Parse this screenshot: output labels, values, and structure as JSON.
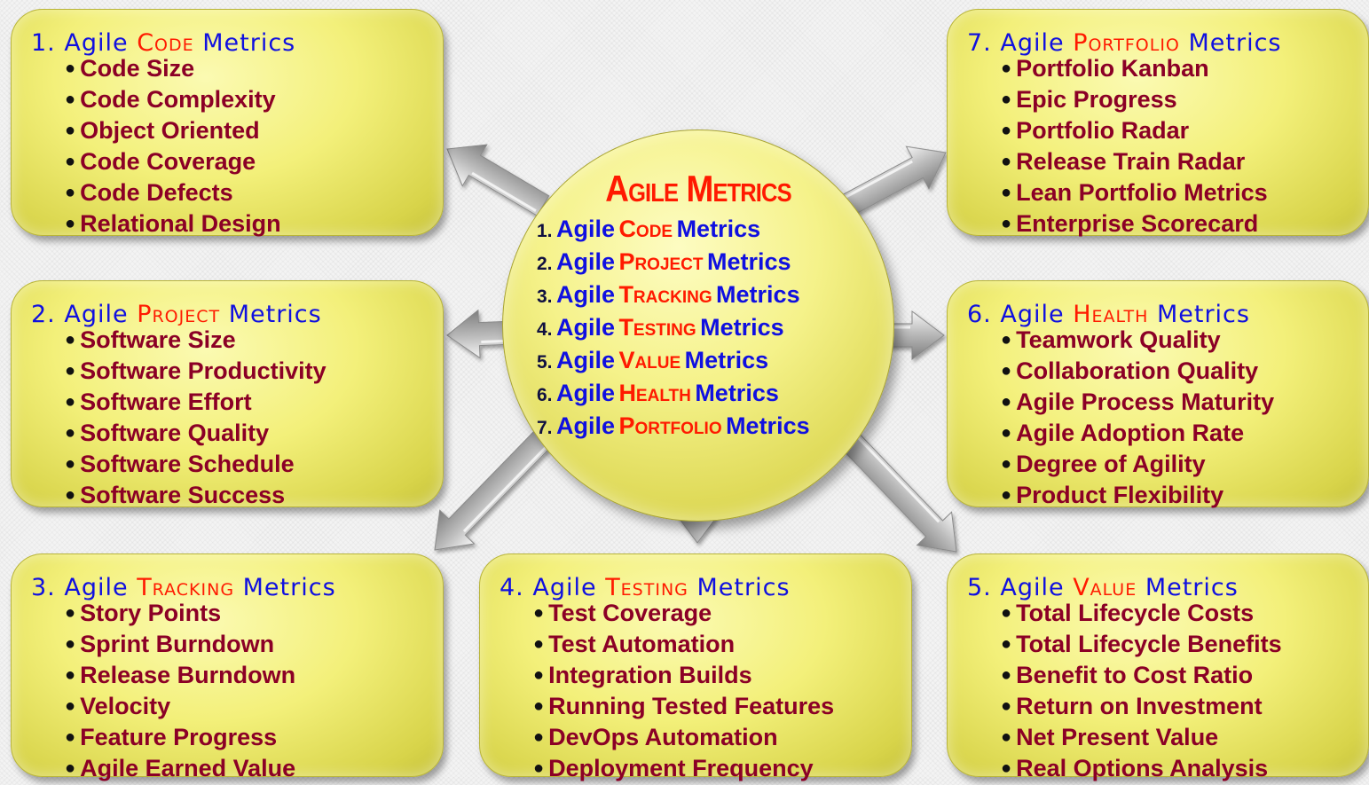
{
  "center": {
    "title": "Agile Metrics",
    "items": [
      {
        "num": "1.",
        "lead": "Agile",
        "keyword": "Code",
        "tail": "Metrics"
      },
      {
        "num": "2.",
        "lead": "Agile",
        "keyword": "Project",
        "tail": "Metrics"
      },
      {
        "num": "3.",
        "lead": "Agile",
        "keyword": "Tracking",
        "tail": "Metrics"
      },
      {
        "num": "4.",
        "lead": "Agile",
        "keyword": "Testing",
        "tail": "Metrics"
      },
      {
        "num": "5.",
        "lead": "Agile",
        "keyword": "Value",
        "tail": "Metrics"
      },
      {
        "num": "6.",
        "lead": "Agile",
        "keyword": "Health",
        "tail": "Metrics"
      },
      {
        "num": "7.",
        "lead": "Agile",
        "keyword": "Portfolio",
        "tail": "Metrics"
      }
    ]
  },
  "boxes": {
    "code": {
      "num": "1.",
      "lead": "Agile",
      "keyword": "Code",
      "tail": "Metrics",
      "items": [
        "Code Size",
        "Code Complexity",
        "Object Oriented",
        "Code Coverage",
        "Code Defects",
        "Relational Design"
      ]
    },
    "project": {
      "num": "2.",
      "lead": "Agile",
      "keyword": "Project",
      "tail": "Metrics",
      "items": [
        "Software Size",
        "Software Productivity",
        "Software Effort",
        "Software Quality",
        "Software Schedule",
        "Software Success"
      ]
    },
    "tracking": {
      "num": "3.",
      "lead": "Agile",
      "keyword": "Tracking",
      "tail": "Metrics",
      "items": [
        "Story Points",
        "Sprint Burndown",
        "Release Burndown",
        "Velocity",
        "Feature Progress",
        "Agile Earned Value"
      ]
    },
    "testing": {
      "num": "4.",
      "lead": "Agile",
      "keyword": "Testing",
      "tail": "Metrics",
      "items": [
        "Test Coverage",
        "Test Automation",
        "Integration Builds",
        "Running Tested Features",
        "DevOps Automation",
        "Deployment Frequency"
      ]
    },
    "value": {
      "num": "5.",
      "lead": "Agile",
      "keyword": "Value",
      "tail": "Metrics",
      "items": [
        "Total Lifecycle Costs",
        "Total Lifecycle Benefits",
        "Benefit to Cost Ratio",
        "Return on Investment",
        "Net Present Value",
        "Real Options Analysis"
      ]
    },
    "health": {
      "num": "6.",
      "lead": "Agile",
      "keyword": "Health",
      "tail": "Metrics",
      "items": [
        "Teamwork Quality",
        "Collaboration Quality",
        "Agile Process Maturity",
        "Agile Adoption Rate",
        "Degree of Agility",
        "Product Flexibility"
      ]
    },
    "portfolio": {
      "num": "7.",
      "lead": "Agile",
      "keyword": "Portfolio",
      "tail": "Metrics",
      "items": [
        "Portfolio Kanban",
        "Epic Progress",
        "Portfolio Radar",
        "Release Train Radar",
        "Lean Portfolio Metrics",
        "Enterprise Scorecard"
      ]
    }
  },
  "colors": {
    "heading_text": "#1010e0",
    "keyword_text": "#ff1a00",
    "item_text": "#8b0026",
    "box_fill": "#f3f07a",
    "arrow_fill": "#b4b4b4"
  },
  "icons": {
    "arrow": "gray-3d-arrow",
    "bullet": "bullet-dot"
  }
}
